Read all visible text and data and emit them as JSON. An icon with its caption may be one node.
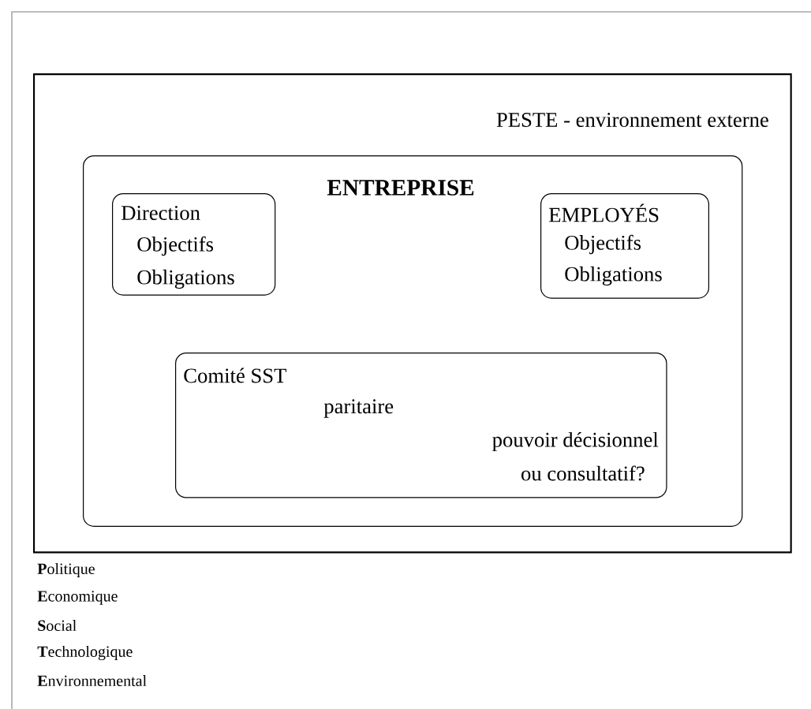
{
  "diagram": {
    "nodes": [
      {
        "text": [
          "PESTE - environnement externe"
        ]
      },
      {
        "text": [
          "ENTREPRISE"
        ],
        "in": 0
      },
      {
        "text": [
          "Direction",
          "Objectifs",
          "Obligations"
        ],
        "in": 1
      },
      {
        "text": [
          "EMPLOYÉS",
          "Objectifs",
          "Obligations"
        ],
        "in": 1
      },
      {
        "text": [
          "Comité SST",
          "paritaire",
          "pouvoir décisionnel",
          "ou consultatif?"
        ],
        "in": 1
      }
    ],
    "labels": [
      "**P**olitique",
      "**E**conomique",
      "**S**ocial",
      "**T**echnologique",
      "**E**nvironnemental"
    ]
  }
}
